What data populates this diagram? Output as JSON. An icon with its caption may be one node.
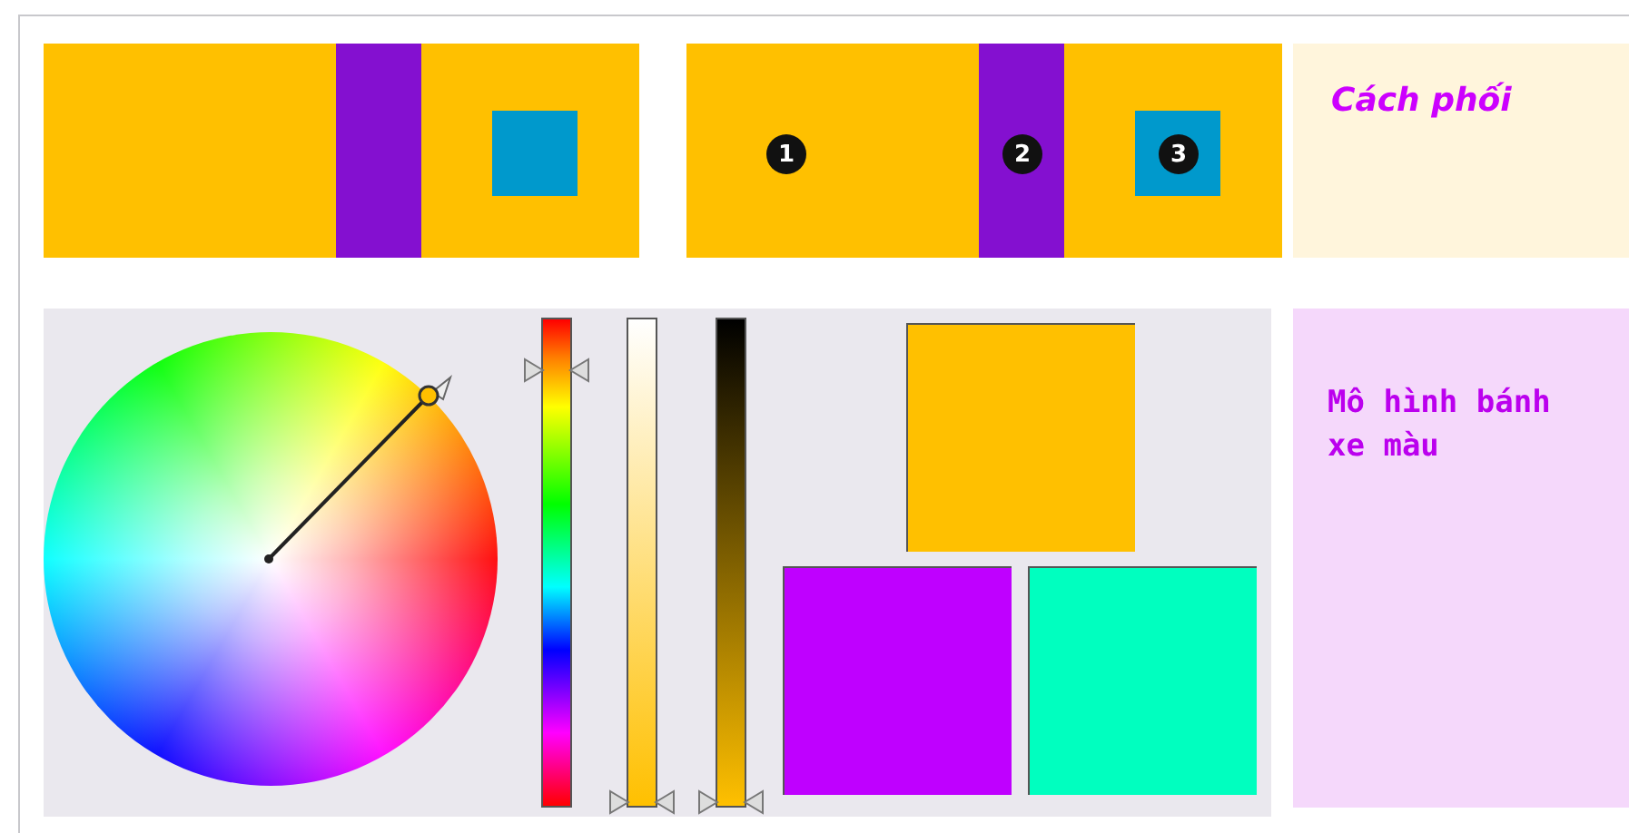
{
  "diagram": {
    "nodes": [
      {
        "text": [
          "Cách phối"
        ]
      },
      {
        "text": [
          "Mô hình bánh xe màu"
        ]
      }
    ],
    "labels": [
      "1",
      "2",
      "3"
    ]
  }
}
